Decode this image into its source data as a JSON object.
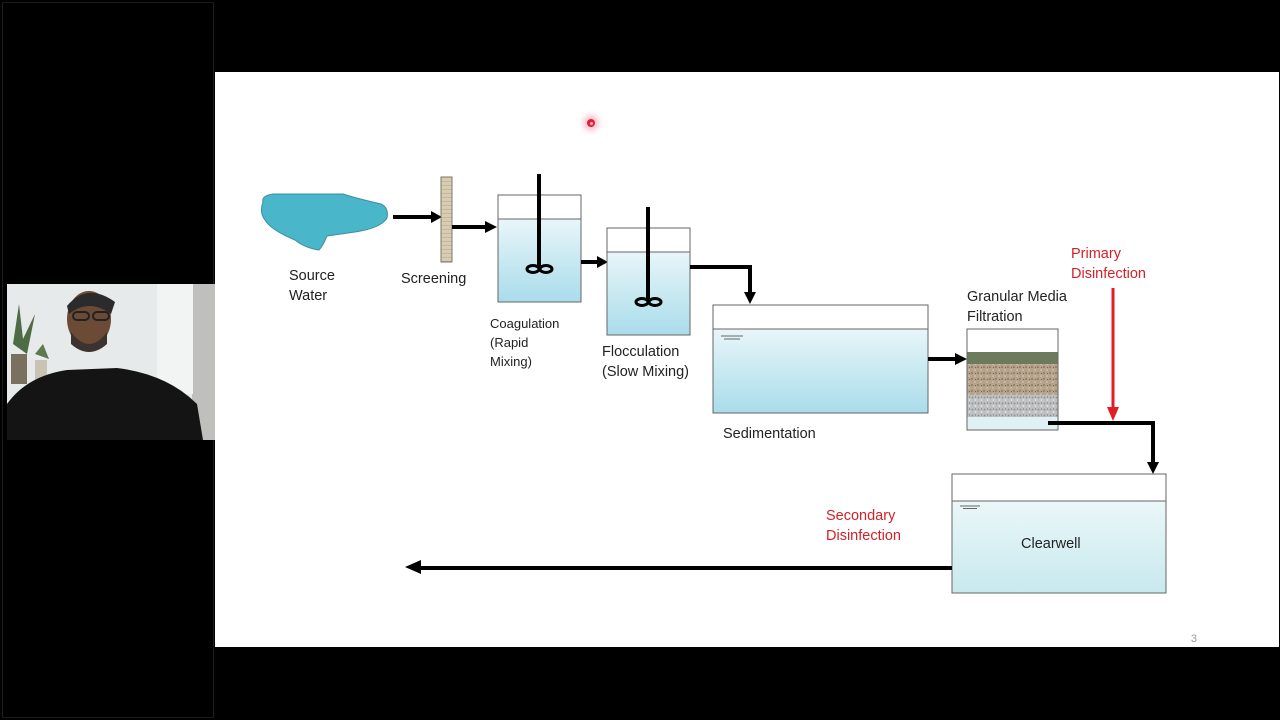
{
  "presenter": {
    "name": "webcam-feed"
  },
  "slide": {
    "page_number": "3",
    "stages": {
      "source_water": "Source\nWater",
      "screening": "Screening",
      "coagulation": "Coagulation\n(Rapid\nMixing)",
      "flocculation": "Flocculation\n(Slow Mixing)",
      "sedimentation": "Sedimentation",
      "filtration": "Granular Media\nFiltration",
      "clearwell": "Clearwell"
    },
    "annotations": {
      "primary_disinfection": "Primary\nDisinfection",
      "secondary_disinfection": "Secondary\nDisinfection"
    },
    "colors": {
      "water": "#4ab6c9",
      "tank_water_top": "#e8f6f9",
      "tank_water_bottom": "#a9dcea",
      "arrow": "#000000",
      "disinfection": "#d42027"
    }
  }
}
